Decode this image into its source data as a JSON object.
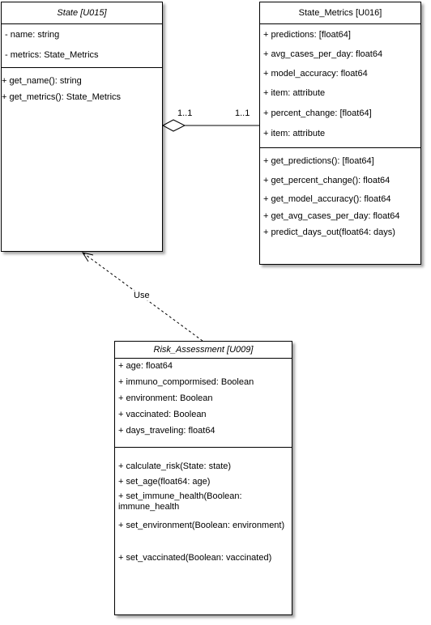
{
  "classes": {
    "state": {
      "title": "State [U015]",
      "attributes": [
        "- name: string",
        "- metrics: State_Metrics"
      ],
      "methods": [
        "+ get_name(): string",
        "+ get_metrics(): State_Metrics"
      ]
    },
    "state_metrics": {
      "title": "State_Metrics [U016]",
      "attributes": [
        "+ predictions: [float64]",
        "+ avg_cases_per_day: float64",
        "+ model_accuracy: float64",
        "+ item: attribute",
        "+ percent_change: [float64]",
        "+ item: attribute"
      ],
      "methods": [
        "+ get_predictions(): [float64]",
        "+ get_percent_change(): float64",
        "+ get_model_accuracy(): float64",
        "+ get_avg_cases_per_day: float64",
        "+ predict_days_out(float64: days)"
      ]
    },
    "risk_assessment": {
      "title": "Risk_Assessment [U009]",
      "attributes": [
        "+ age: float64",
        "+ immuno_compormised: Boolean",
        "+ environment: Boolean",
        "+ vaccinated: Boolean",
        "+ days_traveling: float64"
      ],
      "methods": [
        "+ calculate_risk(State: state)",
        "+ set_age(float64: age)",
        "+ set_immune_health(Boolean: immune_health",
        "+ set_environment(Boolean: environment)",
        "+ set_vaccinated(Boolean: vaccinated)"
      ]
    }
  },
  "relations": {
    "aggregation": {
      "source_multiplicity": "1..1",
      "target_multiplicity": "1..1"
    },
    "dependency": {
      "label": "Use"
    }
  },
  "colors": {
    "line": "#000000",
    "background": "#ffffff"
  }
}
